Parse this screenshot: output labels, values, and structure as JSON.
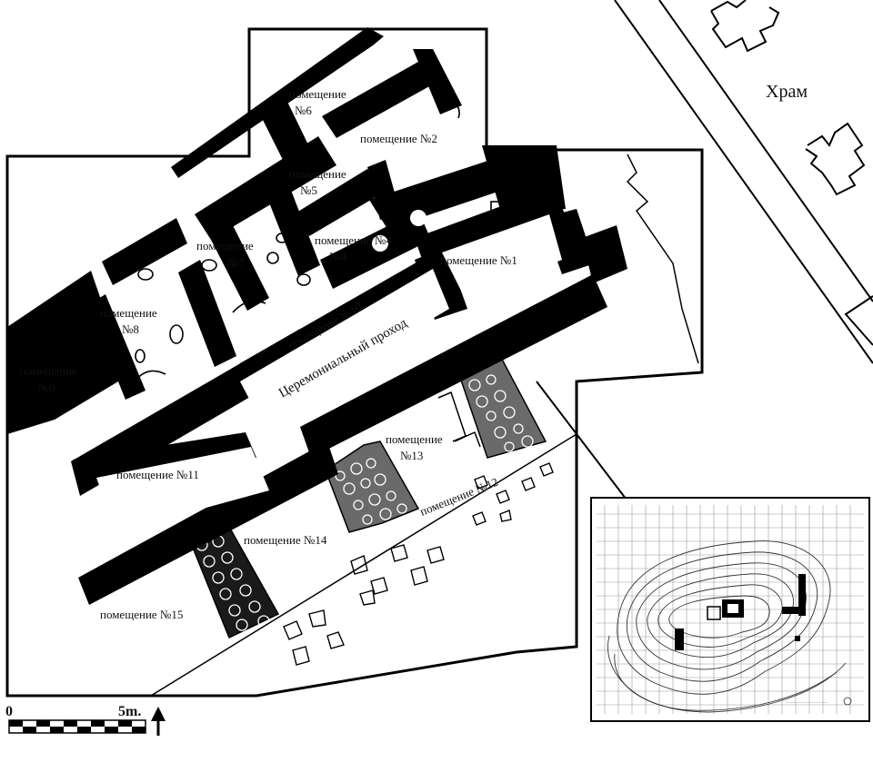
{
  "labels": {
    "temple": "Храм",
    "room1": "помещение №1",
    "room2": "помещение №2",
    "room4": "помещение №4",
    "room5a": "помещение",
    "room5b": "№5",
    "room6a": "помещение",
    "room6b": "№6",
    "room7a": "помещение",
    "room7b": "№7",
    "room8a": "помещение",
    "room8b": "№8",
    "room9a": "помещение",
    "room9b": "№9",
    "room10": "помещение №10",
    "passage": "Церемониальный проход",
    "room11": "помещение №11",
    "room12": "помещение №12",
    "room13a": "помещение",
    "room13b": "№13",
    "room14": "помещение №14",
    "room15": "помещение №15"
  },
  "scale": {
    "start": "0",
    "end": "5m."
  },
  "colors": {
    "wall": "#000000",
    "paper": "#ffffff",
    "grid": "#9a9a9a"
  },
  "icons": {
    "north": "north-arrow-icon"
  }
}
